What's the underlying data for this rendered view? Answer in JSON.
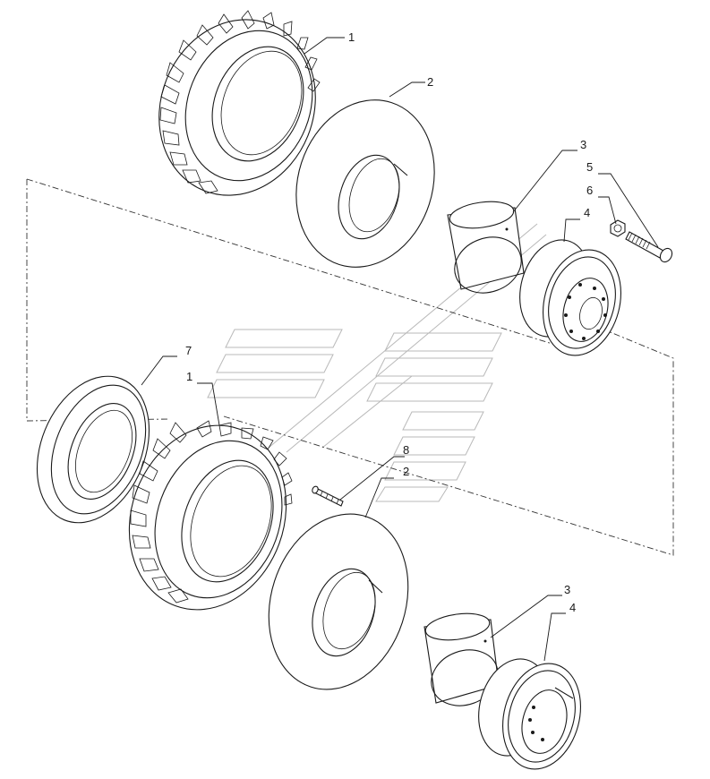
{
  "callouts": {
    "c1_top": "1",
    "c2_top": "2",
    "c3_top": "3",
    "c4_top": "4",
    "c5": "5",
    "c6": "6",
    "c7": "7",
    "c1_bottom": "1",
    "c8": "8",
    "c2_bottom": "2",
    "c3_bottom": "3",
    "c4_bottom": "4"
  }
}
